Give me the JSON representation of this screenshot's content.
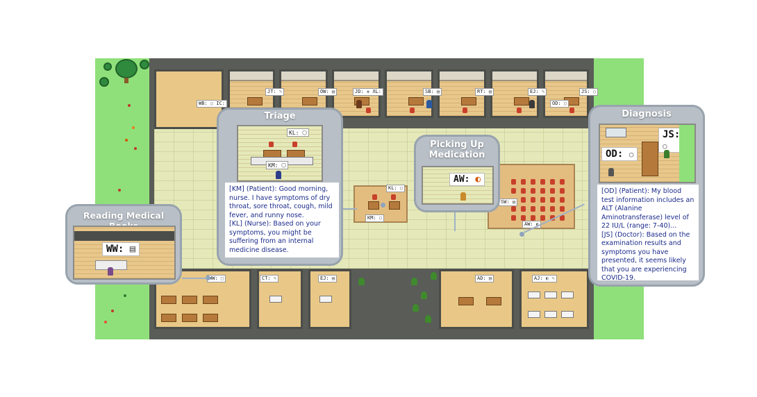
{
  "panels": {
    "triage": {
      "title": "Triage",
      "kl_tag": "KL:",
      "km_tag": "KM:",
      "dialogue": [
        "[KM] (Patient): Good morning, nurse.  I have symptoms of dry throat, sore throat, cough, mild fever, and runny nose.",
        "[KL] (Nurse): Based on your symptoms, you might be suffering from an internal medicine disease."
      ]
    },
    "medication": {
      "title_line1": "Picking Up",
      "title_line2": "Medication",
      "aw_tag": "AW:"
    },
    "diagnosis": {
      "title": "Diagnosis",
      "js_tag": "JS:",
      "od_tag": "OD:",
      "dialogue": [
        "[OD] (Patient): My blood test information includes an ALT (Alanine Aminotransferase) level of 22 IU/L (range: 7-40)...",
        "[JS] (Doctor): Based on the examination results and symptoms you have presented, it seems likely that you are experiencing  COVID-19."
      ]
    },
    "reading": {
      "title": "Reading Medical Books",
      "ww_tag": "WW:"
    }
  },
  "map_tags": {
    "wb": "WB:",
    "ic": "IC:",
    "jt": "JT:",
    "ow": "OW:",
    "jd": "JD:",
    "xl": "XL:",
    "sb": "SB:",
    "rt": "RT:",
    "ej_top": "EJ:",
    "js_top": "JS:",
    "od_top": "OD:",
    "kl_hall": "KL:",
    "km_hall": "KM:",
    "sw": "SW:",
    "aw_hall": "AW:",
    "ww_bottom": "WW:",
    "ct": "CT:",
    "ej_bottom": "EJ:",
    "ad": "AD:",
    "aj": "AJ:"
  },
  "icons": {
    "speech": "speech-bubble-icon",
    "pill": "pill-icon",
    "book": "book-icon"
  },
  "colors": {
    "grass": "#8fe07a",
    "floor": "#e8c78b",
    "hall": "#e5e9b9",
    "panel_border": "#98a3ad",
    "dialogue_text": "#1a2a8a"
  }
}
